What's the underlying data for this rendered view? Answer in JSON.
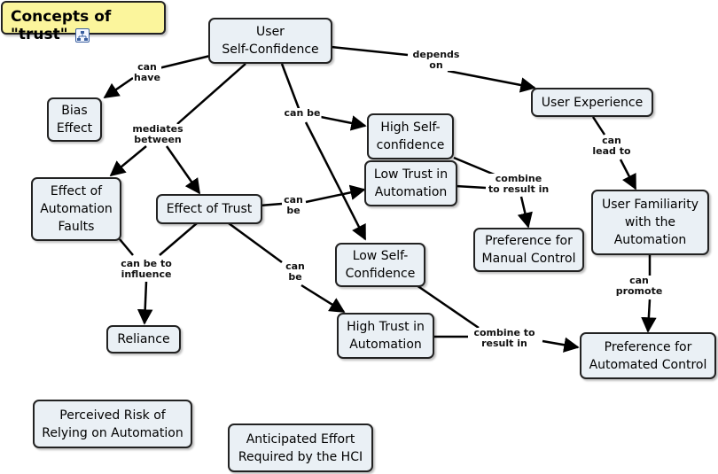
{
  "title": "Concepts of \"trust\"",
  "title_icon": "concept-map-icon",
  "colors": {
    "node_fill": "#eaf0f5",
    "title_fill": "#fbf59c",
    "stroke": "#222222"
  },
  "nodes": {
    "user_self_confidence": "User\nSelf-Confidence",
    "bias_effect": "Bias\nEffect",
    "effect_of_automation_faults": "Effect of\nAutomation\nFaults",
    "effect_of_trust": "Effect of Trust",
    "reliance": "Reliance",
    "high_self_confidence": "High Self-\nconfidence",
    "low_trust": "Low Trust in\nAutomation",
    "low_self_confidence": "Low Self-\nConfidence",
    "high_trust": "High Trust in\nAutomation",
    "preference_manual": "Preference for\nManual Control",
    "user_experience": "User Experience",
    "user_familiarity": "User Familiarity\nwith the\nAutomation",
    "preference_automated": "Preference for\nAutomated Control",
    "perceived_risk": "Perceived Risk of\nRelying on Automation",
    "anticipated_effort": "Anticipated Effort\nRequired by the HCI"
  },
  "links": {
    "can_have": "can\nhave",
    "mediates_between": "mediates\nbetween",
    "can_be_1": "can be",
    "depends_on": "depends\non",
    "can_be_2": "can\nbe",
    "can_be_3": "can\nbe",
    "can_be_to_influence": "can be to\ninfluence",
    "combine_1": "combine\nto result in",
    "combine_2": "combine to\nresult in",
    "can_lead_to": "can\nlead to",
    "can_promote": "can\npromote"
  }
}
